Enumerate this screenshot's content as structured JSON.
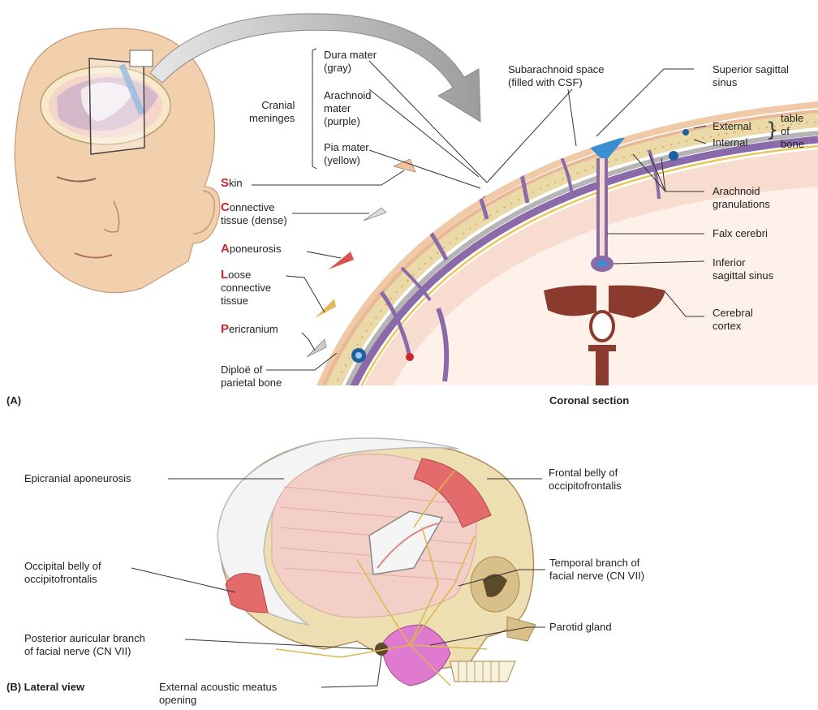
{
  "panel_a": {
    "label": "(A)",
    "section_caption": "Coronal section",
    "cranial_meninges": "Cranial\nmeninges",
    "dura_mater": "Dura mater\n(gray)",
    "arachnoid_mater": "Arachnoid\nmater\n(purple)",
    "pia_mater": "Pia mater\n(yellow)",
    "subarachnoid_space": "Subarachnoid space\n(filled with CSF)",
    "superior_sagittal_sinus": "Superior sagittal\nsinus",
    "external": "External",
    "internal": "Internal",
    "table_of_bone": "table\nof\nbone",
    "scalp_layers": [
      {
        "letter": "S",
        "rest": "kin"
      },
      {
        "letter": "C",
        "rest": "onnective\ntissue (dense)"
      },
      {
        "letter": "A",
        "rest": "poneurosis"
      },
      {
        "letter": "L",
        "rest": "oose\nconnective\ntissue"
      },
      {
        "letter": "P",
        "rest": "ericranium"
      }
    ],
    "diploe": "Diploë of\nparietal bone",
    "arachnoid_granulations": "Arachnoid\ngranulations",
    "falx_cerebri": "Falx cerebri",
    "inferior_sagittal_sinus": "Inferior\nsagittal sinus",
    "cerebral_cortex": "Cerebral\ncortex"
  },
  "panel_b": {
    "label": "(B) Lateral view",
    "epicranial_aponeurosis": "Epicranial aponeurosis",
    "frontal_belly": "Frontal belly of\noccipitofrontalis",
    "occipital_belly": "Occipital belly of\noccipitofrontalis",
    "temporal_branch": "Temporal branch of\nfacial nerve (CN VII)",
    "parotid_gland": "Parotid gland",
    "posterior_auricular": "Posterior auricular branch\nof facial nerve (CN VII)",
    "external_acoustic": "External acoustic meatus\nopening"
  },
  "colors": {
    "accent_red": "#c8272d",
    "skin": "#f2cfad",
    "bone": "#ecd9a8",
    "arachnoid_purple": "#8a6aa8",
    "csf_blue": "#3a8fd0",
    "muscle": "#e46b6b",
    "brain": "#f8dcd0"
  }
}
